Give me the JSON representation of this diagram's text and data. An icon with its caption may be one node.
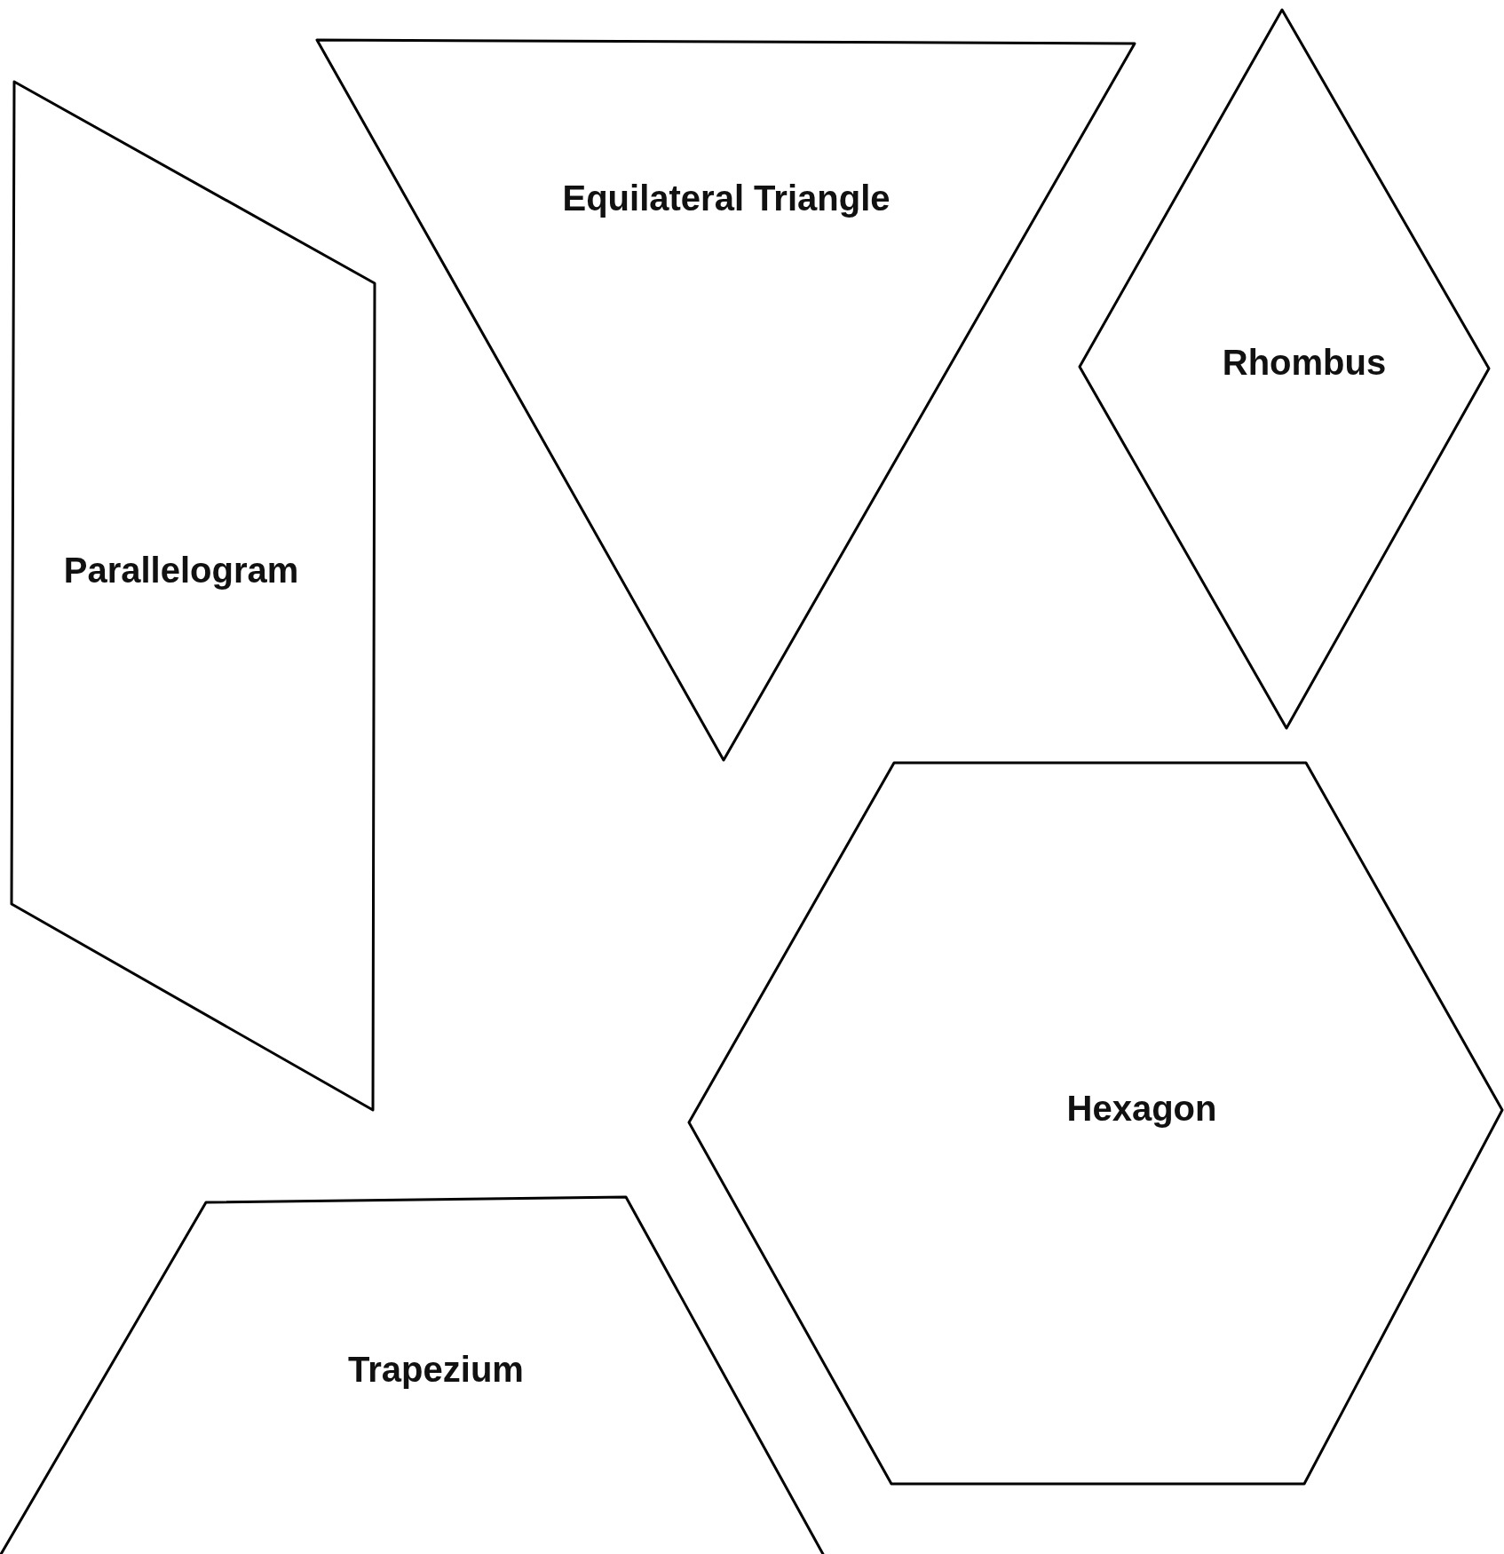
{
  "diagram": {
    "nodes": [
      {
        "text": [
          "Parallelogram"
        ]
      },
      {
        "text": [
          "Equilateral Triangle"
        ]
      },
      {
        "text": [
          "Rhombus"
        ]
      },
      {
        "text": [
          "Hexagon"
        ]
      },
      {
        "text": [
          "Trapezium"
        ]
      }
    ]
  }
}
